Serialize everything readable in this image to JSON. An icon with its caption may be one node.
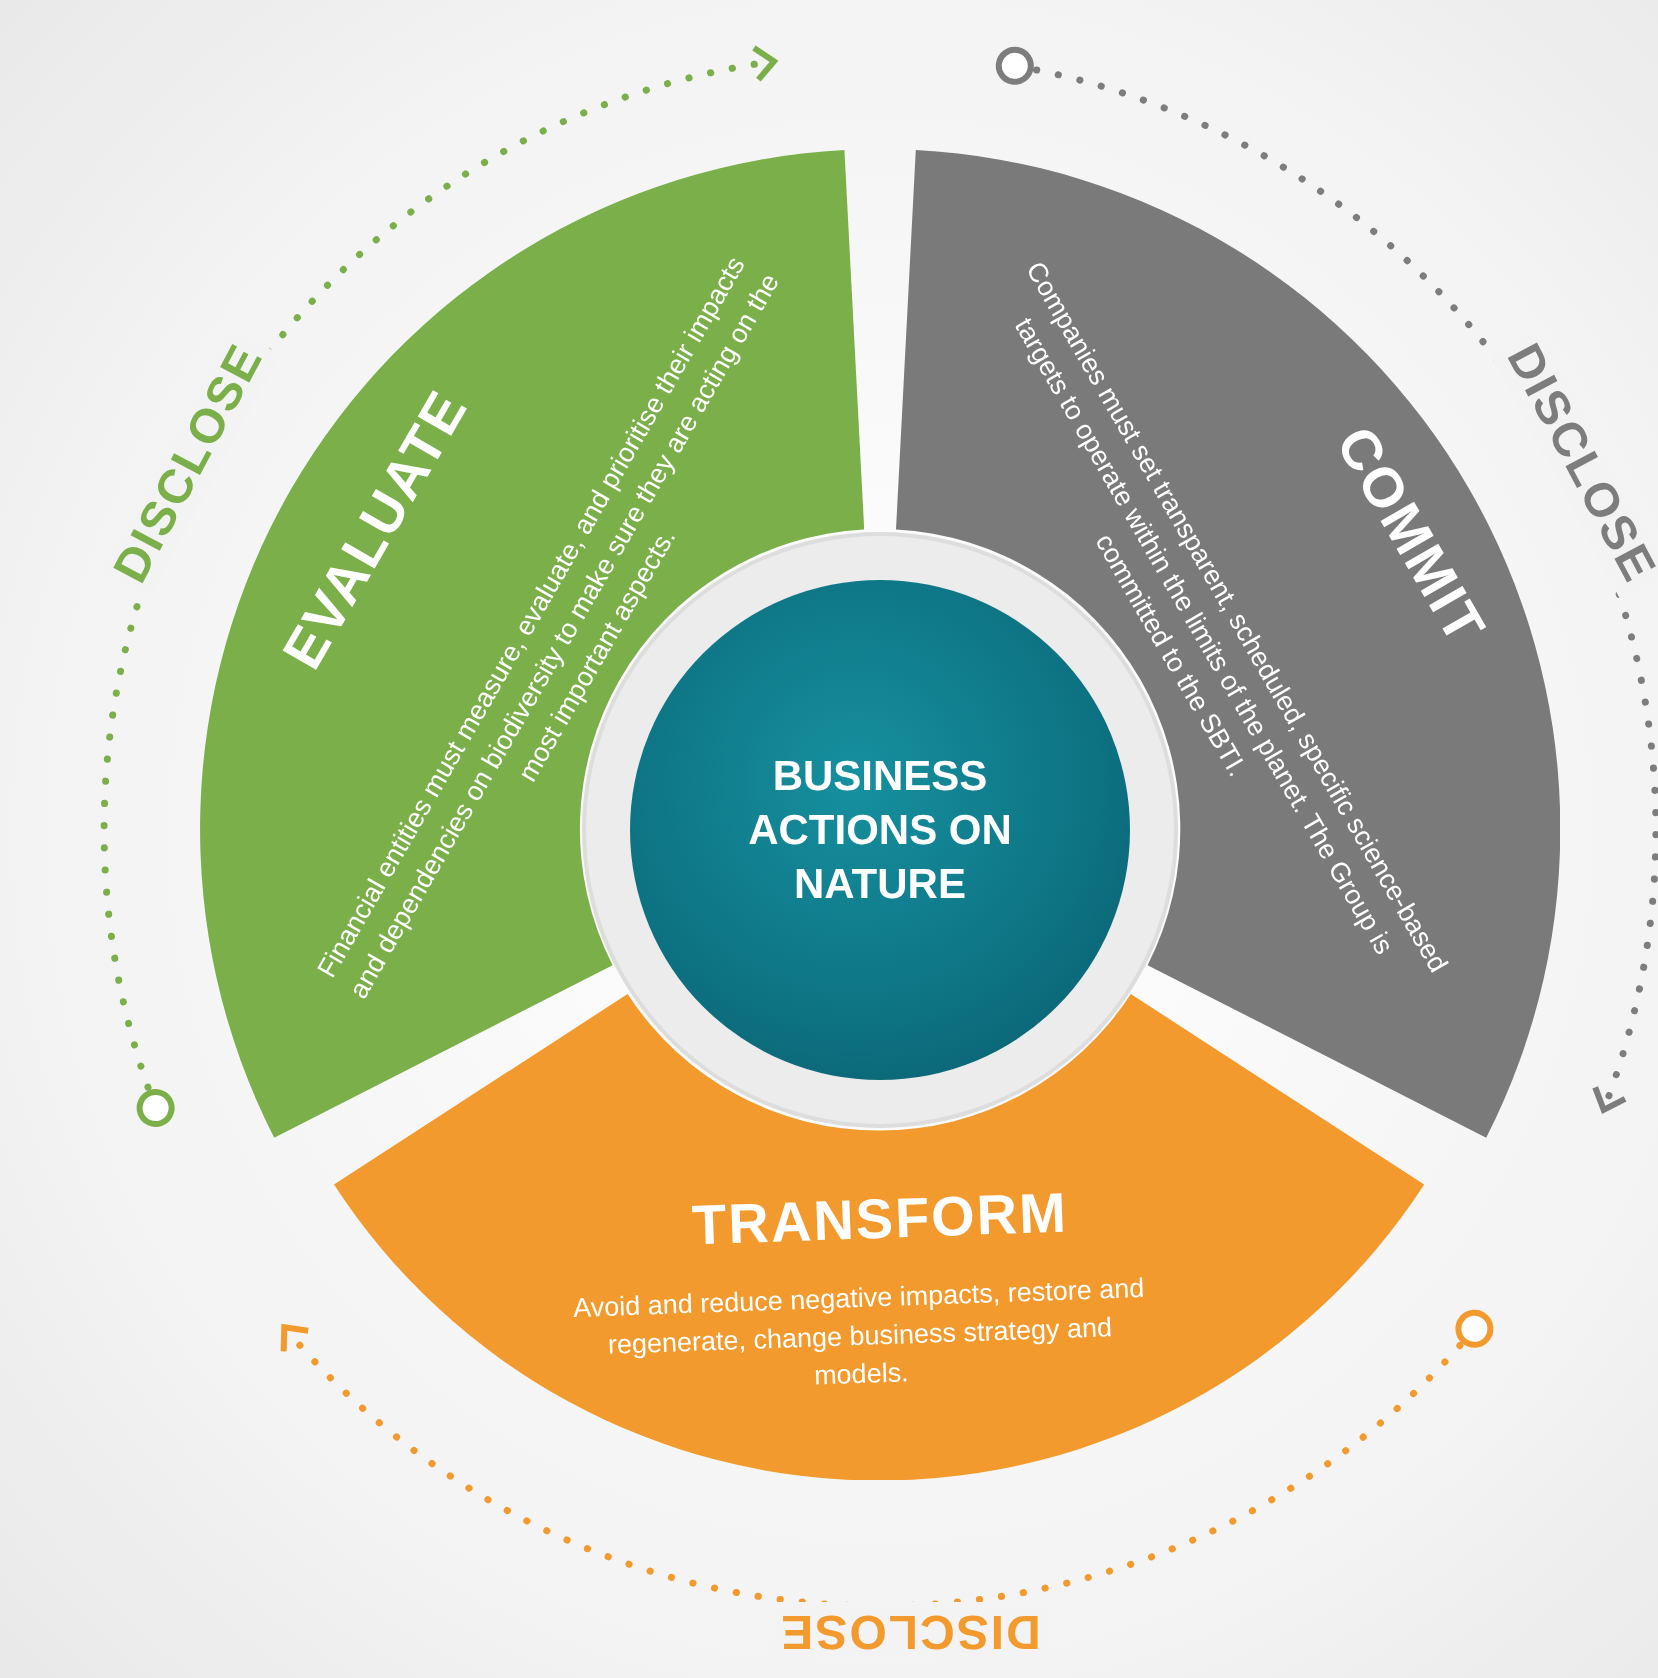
{
  "diagram": {
    "nodes": [
      {
        "text": [
          "BUSINESS ACTIONS ON NATURE"
        ]
      },
      {
        "text": [
          "EVALUATE",
          "Financial entities must measure, evaluate, and prioritise their impacts and dependencies on biodiversity to make sure they are acting on the most important aspects."
        ]
      },
      {
        "text": [
          "COMMIT",
          "Companies must set transparent, scheduled, specific science-based targets to operate within the limits of the planet. The Group is committed to the SBTI."
        ]
      },
      {
        "text": [
          "TRANSFORM",
          "Avoid and reduce negative impacts, restore and regenerate, change business strategy and models."
        ]
      }
    ],
    "labels": [
      "DISCLOSE",
      "DISCLOSE",
      "DISCLOSE"
    ]
  }
}
